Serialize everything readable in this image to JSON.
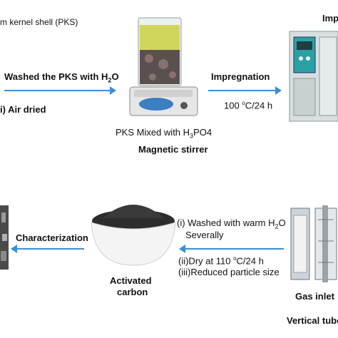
{
  "top_row": {
    "pks_label": "m kernel shell (PKS)",
    "step1_top": "Washed the PKS with H",
    "step1_sub": "2",
    "step1_end": "O",
    "step1_bottom": "i) Air dried",
    "stirrer_caption_a": "PKS Mixed with H",
    "stirrer_caption_sub": "3",
    "stirrer_caption_b": "PO4",
    "stirrer_title": "Magnetic stirrer",
    "step2_top": "Impregnation",
    "step2_bottom_a": "100 ",
    "step2_bottom_sup": "o",
    "step2_bottom_b": "C/24 h",
    "oven_label": "Impr"
  },
  "bottom_row": {
    "characterization": "Characterization",
    "carbon_title_1": "Activated",
    "carbon_title_2": "carbon",
    "wash_line1_a": "(i) Washed with warm H",
    "wash_line1_sub": "2",
    "wash_line1_b": "O",
    "wash_line2": "Severally",
    "dry_a": "(ii)Dry at 110 ",
    "dry_sup": "o",
    "dry_b": "C/24 h",
    "reduce": "(iii)Reduced particle size",
    "gas_inlet": "Gas inlet",
    "furnace_label": "Vertical tube"
  },
  "colors": {
    "arrow": "#3a8ed6"
  }
}
